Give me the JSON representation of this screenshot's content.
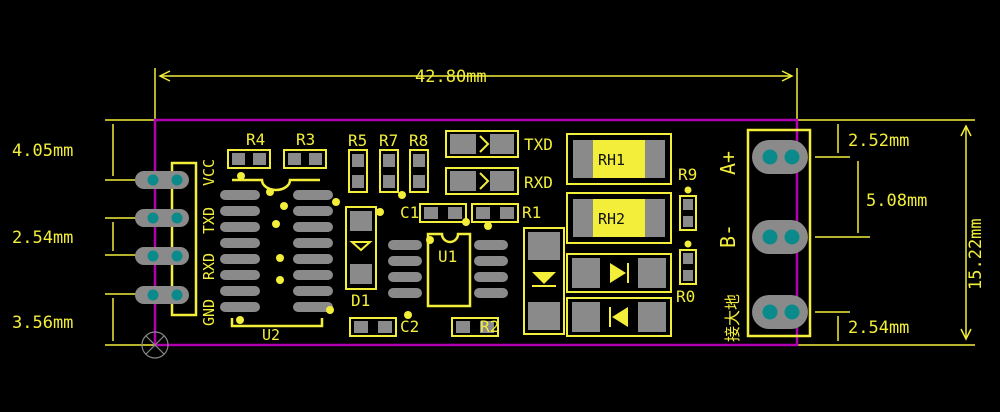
{
  "dimensions": {
    "width": "42.80mm",
    "height": "15.22mm",
    "left_top": "4.05mm",
    "left_mid": "2.54mm",
    "left_bottom": "3.56mm",
    "right_top": "2.52mm",
    "right_mid": "5.08mm",
    "right_bottom": "2.54mm"
  },
  "labels": {
    "r4": "R4",
    "r3": "R3",
    "r5": "R5",
    "r7": "R7",
    "r8": "R8",
    "r9": "R9",
    "r0": "R0",
    "r1": "R1",
    "r2": "R2",
    "c1": "C1",
    "c2": "C2",
    "d1": "D1",
    "u1": "U1",
    "u2": "U2",
    "rh1": "RH1",
    "rh2": "RH2",
    "txd_led": "TXD",
    "rxd_led": "RXD",
    "vcc": "VCC",
    "txd_pin": "TXD",
    "rxd_pin": "RXD",
    "gnd": "GND",
    "a_plus": "A+",
    "b_minus": "B-",
    "earth": "接大地"
  },
  "colors": {
    "background": "#000000",
    "silkscreen": "#f2ee3a",
    "outline": "#b000b0",
    "pad": "#8a8a8a",
    "hole": "#0a8a8a"
  }
}
